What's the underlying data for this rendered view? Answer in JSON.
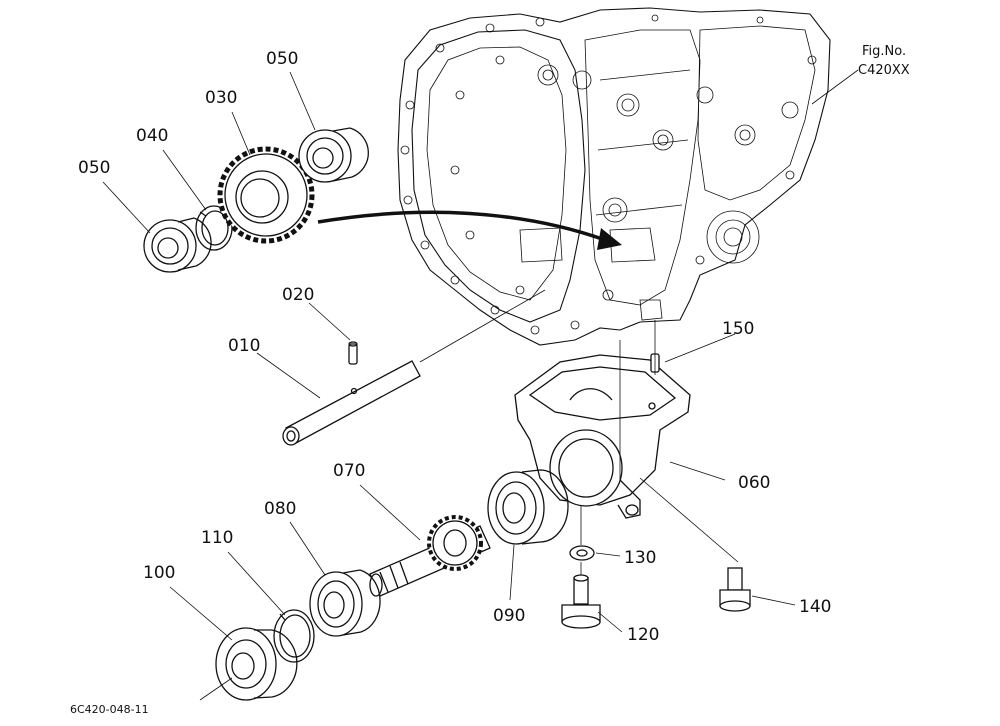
{
  "figure": {
    "fig_no_label": "Fig.No.",
    "fig_no_value": "C420XX",
    "doc_id": "6C420-048-11"
  },
  "callouts": [
    {
      "id": "010",
      "label": "010"
    },
    {
      "id": "020",
      "label": "020"
    },
    {
      "id": "030",
      "label": "030"
    },
    {
      "id": "040",
      "label": "040"
    },
    {
      "id": "050a",
      "label": "050"
    },
    {
      "id": "050b",
      "label": "050"
    },
    {
      "id": "060",
      "label": "060"
    },
    {
      "id": "070",
      "label": "070"
    },
    {
      "id": "080",
      "label": "080"
    },
    {
      "id": "090",
      "label": "090"
    },
    {
      "id": "100",
      "label": "100"
    },
    {
      "id": "110",
      "label": "110"
    },
    {
      "id": "120",
      "label": "120"
    },
    {
      "id": "130",
      "label": "130"
    },
    {
      "id": "140",
      "label": "140"
    },
    {
      "id": "150",
      "label": "150"
    }
  ]
}
